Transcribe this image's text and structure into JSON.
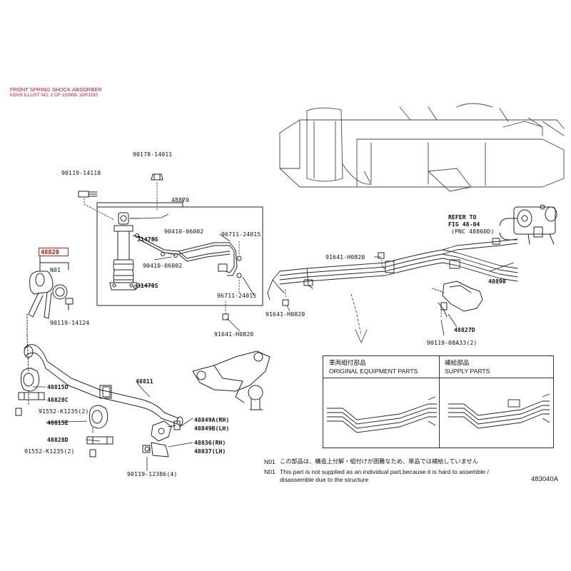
{
  "header": {
    "title": "FRONT SPRING SHOCK ABSORBER",
    "subtitle": "KDSS ILLUST NO. 2 OF 2(0908- )GRJ150"
  },
  "highlight": {
    "part": "48820",
    "color": "#d01010"
  },
  "labels": {
    "p90178": "90178-14011",
    "p90119_14118": "90119-14118",
    "p48870": "48870",
    "p90410_a": "90410-06002",
    "p31478_a": "31478S",
    "p96711_a": "96711-24015",
    "p90410_b": "90410-06002",
    "p31478_b": "31478S",
    "p96711_b": "96711-24015",
    "n01": "N01",
    "p90119_14124": "90119-14124",
    "p91641_top": "91641-H0820",
    "p91641_mid": "91641-H0820",
    "p91641_bot": "91641-H0820",
    "p48890": "48890",
    "p48827d": "48827D",
    "p90119_08a33": "90119-08A33(2)",
    "p48811": "48811",
    "p48815d": "48815D",
    "p48828c": "48828C",
    "p91552_a": "91552-K1235(2)",
    "p48815e": "48815E",
    "p48828d": "48828D",
    "p91552_b": "91552-K1235(2)",
    "p48849a": "48849A(RH)",
    "p48849b": "48849B(LH)",
    "p48836": "48836(RH)",
    "p48837": "48837(LH)",
    "p90119_12386": "90119-12386(4)"
  },
  "refer": {
    "line1": "REFER TO",
    "line2": "FIG 48-04",
    "line3": "(PNC 48860D)"
  },
  "table": {
    "left_jp": "車両組付部品",
    "left_en": "ORIGINAL EQUIPMENT PARTS",
    "right_jp": "補給部品",
    "right_en": "SUPPLY PARTS"
  },
  "notes": {
    "n01_jp_tag": "N01",
    "n01_jp": "この部品は、構造上分解・組付けが困難なため、単品では補給していません",
    "n01_en_tag": "N01",
    "n01_en_1": "This part is not supplied as an individual part,because it is hard to assemble /",
    "n01_en_2": "disassemble due to the structure"
  },
  "figure_code": "483040A"
}
